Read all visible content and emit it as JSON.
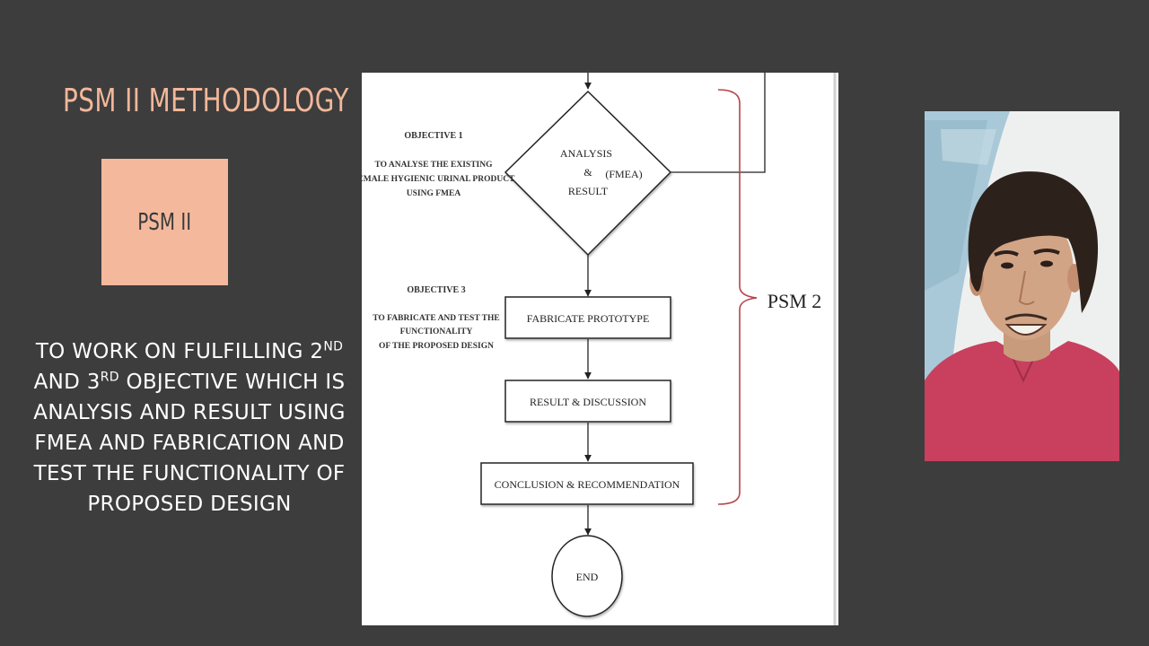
{
  "slide": {
    "title": "PSM II METHODOLOGY",
    "box_label": "PSM II",
    "description": {
      "line1_pre": "TO WORK ON FULFILLING 2",
      "line1_sup": "ND",
      "line2_pre": "AND 3",
      "line2_sup": "RD",
      "line2_post": " OBJECTIVE WHICH IS",
      "line3": "ANALYSIS AND RESULT USING",
      "line4": "FMEA AND FABRICATION AND",
      "line5": "TEST THE FUNCTIONALITY OF",
      "line6": "PROPOSED DESIGN"
    },
    "accent_color": "#f4b99d",
    "background_color": "#3d3d3d"
  },
  "flowchart": {
    "objective1": {
      "heading": "OBJECTIVE 1",
      "line1": "TO ANALYSE THE EXISTING",
      "line2": "FEMALE HYGIENIC URINAL PRODUCT",
      "line3": "USING FMEA"
    },
    "objective3": {
      "heading": "OBJECTIVE 3",
      "line1": "TO FABRICATE AND TEST THE",
      "line2": "FUNCTIONALITY",
      "line3": "OF THE PROPOSED DESIGN"
    },
    "decision": {
      "line1": "ANALYSIS",
      "amp": "&",
      "fmea": "(FMEA)",
      "line3": "RESULT"
    },
    "steps": [
      "FABRICATE PROTOTYPE",
      "RESULT & DISCUSSION",
      "CONCLUSION & RECOMMENDATION"
    ],
    "end_label": "END",
    "bracket_label": "PSM 2",
    "bracket_color": "#b5454a"
  },
  "webcam": {
    "shirt_color": "#c8405e",
    "background_color": "#eef0ef"
  }
}
